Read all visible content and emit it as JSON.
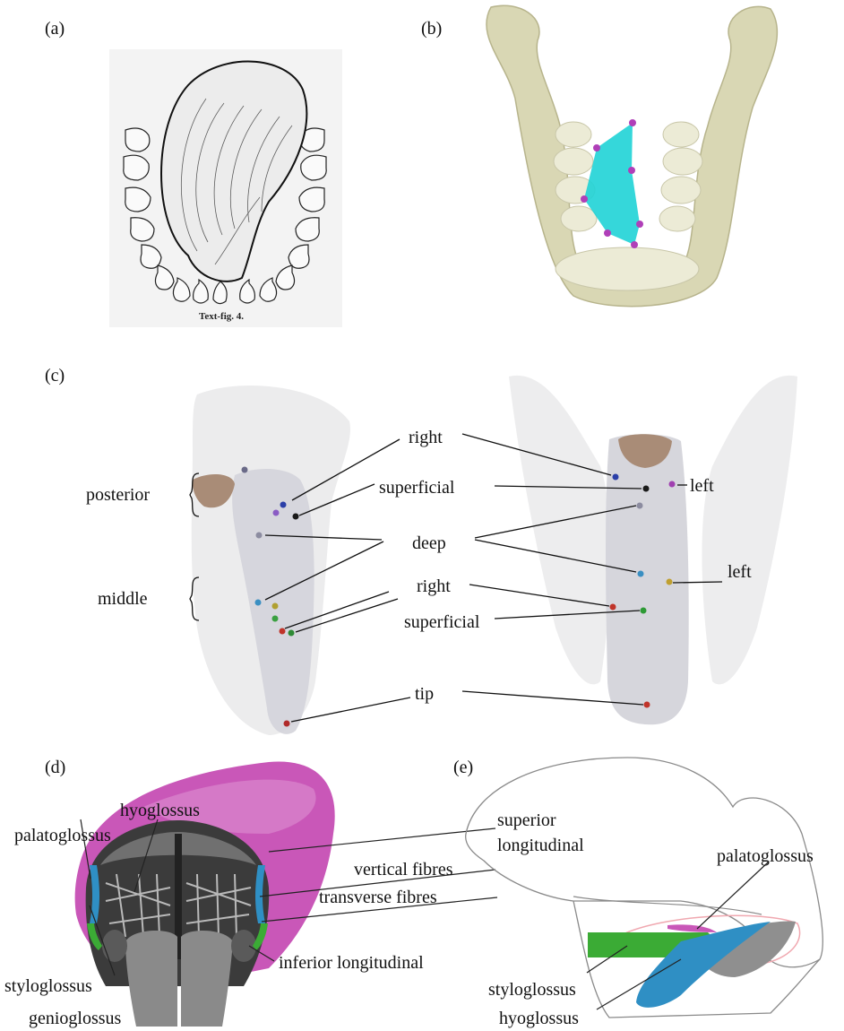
{
  "panels": {
    "a": {
      "label": "(a)",
      "caption": "Text-fig. 4."
    },
    "b": {
      "label": "(b)"
    },
    "c": {
      "label": "(c)",
      "left": [
        "posterior",
        "middle"
      ],
      "center": [
        "right",
        "superficial",
        "deep",
        "right",
        "superficial",
        "tip"
      ],
      "right": [
        "left",
        "left"
      ]
    },
    "d": {
      "label": "(d)",
      "muscles": [
        "hyoglossus",
        "palatoglossus",
        "superior",
        "longitudinal",
        "vertical fibres",
        "transverse fibres",
        "styloglossus",
        "inferior longitudinal",
        "genioglossus"
      ]
    },
    "e": {
      "label": "(e)",
      "muscles": [
        "palatoglossus",
        "styloglossus",
        "hyoglossus"
      ]
    }
  },
  "colors": {
    "bone": "#d9d7b4",
    "teeth": "#ecebd6",
    "cyan_plane": "#1fd3d6",
    "tongue_pink": "#c957b8",
    "muscle_blue": "#2f8fc4",
    "muscle_green": "#3bab35",
    "ghost_gray": "#d4d4da"
  }
}
